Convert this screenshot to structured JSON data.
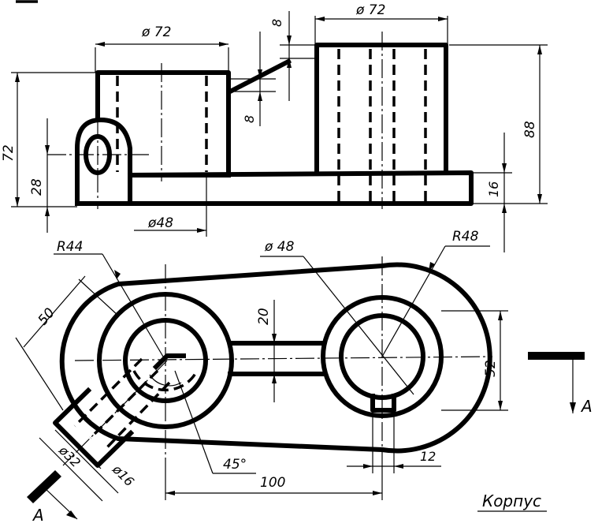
{
  "title": "Корпус",
  "dimensions": {
    "front_d72_left": "ø 72",
    "front_d72_right": "ø 72",
    "dim_8_top": "8",
    "dim_8_bottom": "8",
    "height_72": "72",
    "height_28": "28",
    "d48_front": "ø48",
    "height_88": "88",
    "height_16": "16",
    "r44": "R44",
    "d48_top": "ø 48",
    "r48": "R48",
    "len_50": "50",
    "width_20": "20",
    "width_52": "52",
    "slot_12": "12",
    "angle_45": "45°",
    "center_100": "100",
    "d32": "ø32",
    "d16": "ø16"
  },
  "section_mark": "A"
}
